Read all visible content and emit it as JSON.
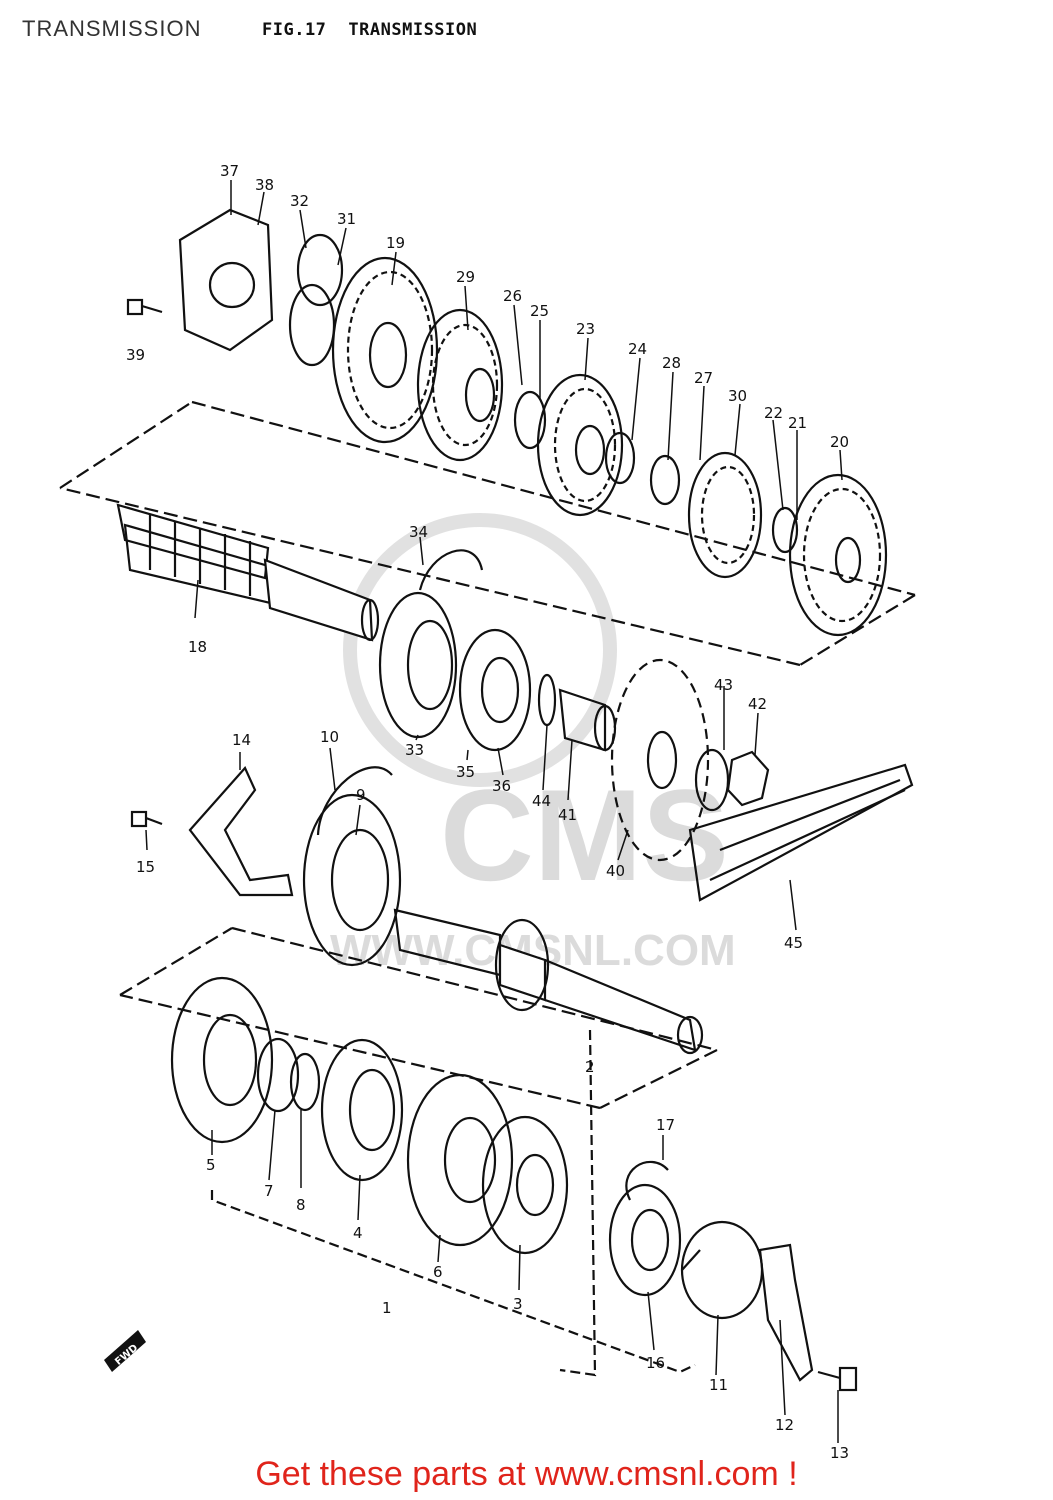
{
  "header": {
    "section_label": "TRANSMISSION",
    "fig_number": "FIG.17",
    "fig_title": "TRANSMISSION"
  },
  "watermark": {
    "brand": "CMS",
    "url": "WWW.CMSNL.COM"
  },
  "forward_marker": "FWD",
  "parts": [
    "1",
    "2",
    "3",
    "4",
    "5",
    "6",
    "7",
    "8",
    "9",
    "10",
    "11",
    "12",
    "13",
    "14",
    "15",
    "16",
    "17",
    "18",
    "19",
    "20",
    "21",
    "22",
    "23",
    "24",
    "25",
    "26",
    "27",
    "28",
    "29",
    "30",
    "31",
    "32",
    "33",
    "34",
    "35",
    "36",
    "37",
    "38",
    "39",
    "40",
    "41",
    "42",
    "43",
    "44",
    "45"
  ],
  "footer": {
    "cta": "Get these parts at www.cmsnl.com !",
    "cta_color": "#e0241b"
  }
}
